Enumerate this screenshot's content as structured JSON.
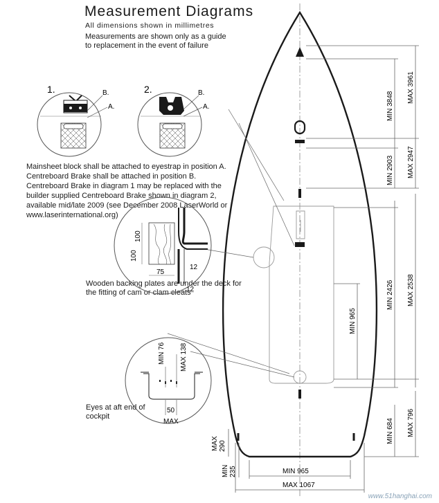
{
  "header": {
    "title": "Measurement Diagrams",
    "subtitle": "All dimensions shown in millimetres",
    "note": "Measurements are shown only as a guide to replacement in the event of failure"
  },
  "diagrams": {
    "d1_number": "1.",
    "d2_number": "2.",
    "label_b": "B.",
    "label_a": "A."
  },
  "paragraph": "Mainsheet block shall be attached to eyestrap in position A. Centreboard Brake shall be attached in position B. Centreboard Brake in diagram 1 may be replaced with the builder supplied Centreboard Brake shown in diagram 2, available mid/late 2009 (see December 2008 LaserWorld or www.laserinternational.org)",
  "wood_text": "Wooden backing plates are under the deck for the fitting of cam or clam cleats",
  "eyes_text": "Eyes at aft end of cockpit",
  "plate_dims": {
    "h1": "100",
    "h2": "100",
    "w": "75",
    "thick1": "12",
    "thick2": "12"
  },
  "cockpit_dims": {
    "min": "MIN 76",
    "max": "MAX 138",
    "w": "50",
    "wmax": "MAX"
  },
  "hull_dims": {
    "right_outer_1": "MAX 3961",
    "right_inner_1": "MIN 3848",
    "right_outer_2": "MAX 2947",
    "right_inner_2": "MIN 2903",
    "right_outer_3": "MAX 2538",
    "right_inner_3": "MIN 2426",
    "inner_965": "MIN 965",
    "right_outer_4": "MAX 796",
    "right_inner_4": "MIN 684",
    "stern_max": "MAX",
    "stern_max_val": "290",
    "stern_min": "MIN",
    "stern_min_val": "235",
    "width_min": "MIN 965",
    "width_max": "MAX 1067"
  },
  "watermark": "www.51hanghai.com",
  "colors": {
    "line": "#1a1a1a",
    "thin": "#666666",
    "watermark": "#8aa3b8"
  }
}
